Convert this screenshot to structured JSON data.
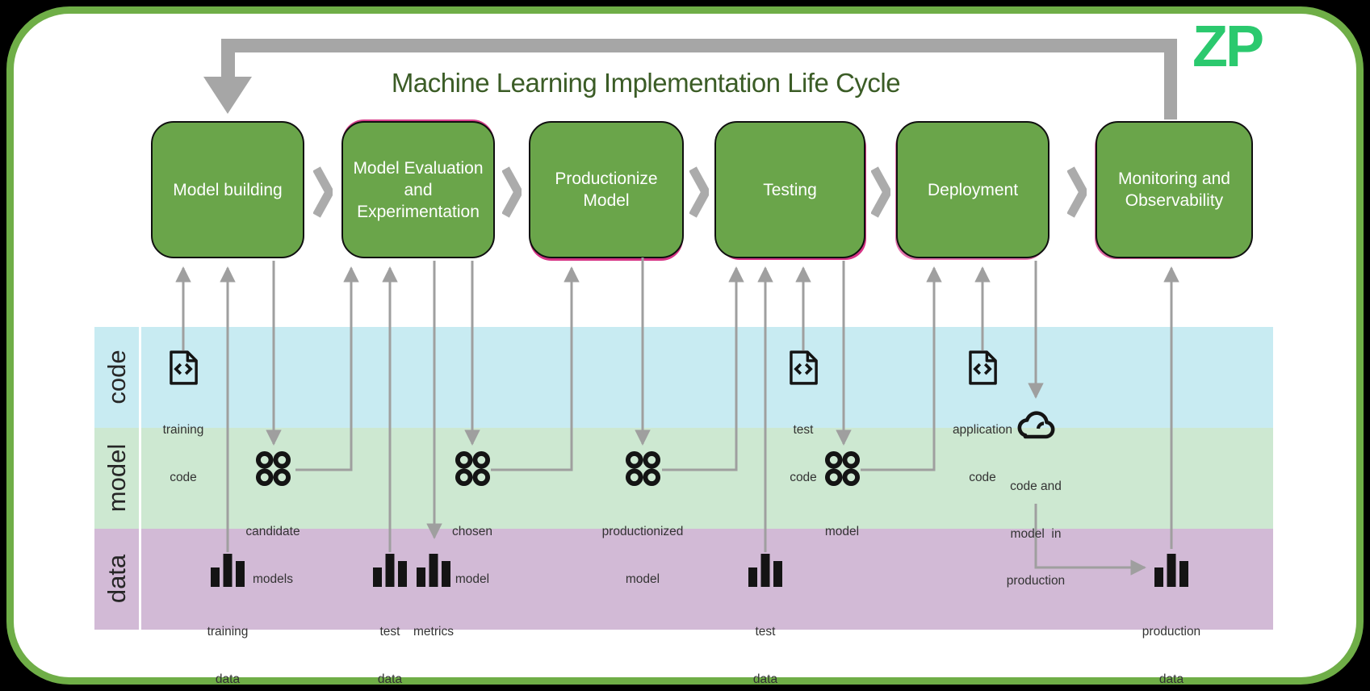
{
  "title": "Machine Learning Implementation Life Cycle",
  "logo_text": "ZP",
  "stages": [
    {
      "label": "Model building"
    },
    {
      "label": "Model Evaluation and Experimentation"
    },
    {
      "label": "Productionize Model"
    },
    {
      "label": "Testing"
    },
    {
      "label": "Deployment"
    },
    {
      "label": "Monitoring and Observability"
    }
  ],
  "bands": [
    {
      "label": "code"
    },
    {
      "label": "model"
    },
    {
      "label": "data"
    }
  ],
  "artifacts": {
    "training_code": {
      "icon": "code-file-icon",
      "lines": [
        "training",
        "code"
      ]
    },
    "test_code": {
      "icon": "code-file-icon",
      "lines": [
        "test",
        "code"
      ]
    },
    "application_code": {
      "icon": "code-file-icon",
      "lines": [
        "application",
        "code"
      ]
    },
    "candidate_models": {
      "icon": "model-circles-icon",
      "lines": [
        "candidate",
        "models"
      ]
    },
    "chosen_model": {
      "icon": "model-circles-icon",
      "lines": [
        "chosen",
        "model"
      ]
    },
    "productionized_model": {
      "icon": "model-circles-icon",
      "lines": [
        "productionized",
        "model"
      ]
    },
    "model": {
      "icon": "model-circles-icon",
      "lines": [
        "model"
      ]
    },
    "code_and_model": {
      "icon": "cloud-icon",
      "lines": [
        "code and",
        "model  in",
        "production"
      ]
    },
    "training_data": {
      "icon": "bar-chart-icon",
      "lines": [
        "training",
        "data"
      ]
    },
    "test_data_1": {
      "icon": "bar-chart-icon",
      "lines": [
        "test",
        "data"
      ]
    },
    "metrics": {
      "icon": "bar-chart-icon",
      "lines": [
        "metrics"
      ]
    },
    "test_data_2": {
      "icon": "bar-chart-icon",
      "lines": [
        "test",
        "data"
      ]
    },
    "production_data": {
      "icon": "bar-chart-icon",
      "lines": [
        "production",
        "data"
      ]
    }
  },
  "colors": {
    "frame_green": "#6fae47",
    "box_green": "#6aa54a",
    "title_green": "#3b5c26",
    "logo_green": "#2bc96e",
    "band_code": "#c8ebf2",
    "band_model": "#cde8d1",
    "band_data": "#d2bad6",
    "arrow_gray": "#9f9f9f",
    "loop_gray": "#a6a6a6",
    "crimson_accent": "#cc0066",
    "icon_black": "#141414",
    "outer_background": "#000000"
  }
}
